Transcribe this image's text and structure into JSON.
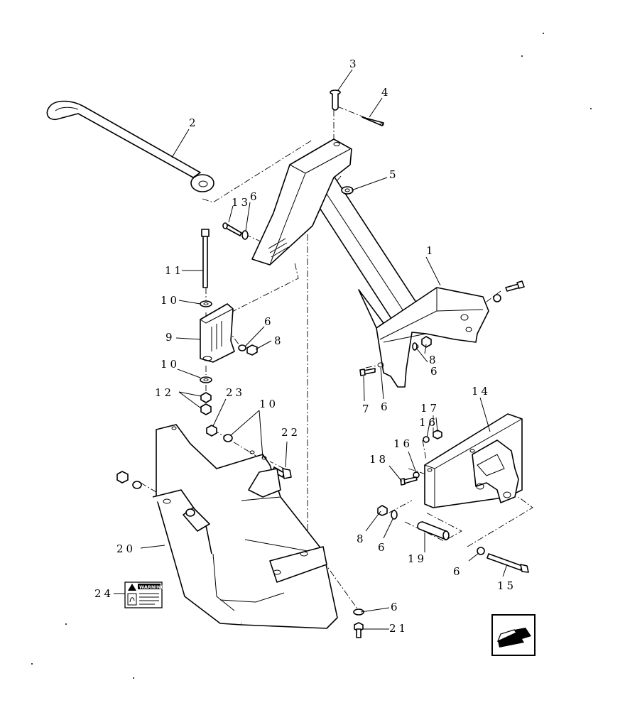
{
  "callouts": {
    "c1": "1",
    "c2": "2",
    "c3": "3",
    "c4": "4",
    "c5": "5",
    "c6a": "6",
    "c6b": "6",
    "c6c": "6",
    "c6d": "6",
    "c6e": "6",
    "c6f": "6",
    "c7": "7",
    "c8a": "8",
    "c8b": "8",
    "c8c": "8",
    "c9": "9",
    "c10a": "10",
    "c10b": "10",
    "c10c": "10",
    "c11": "11",
    "c12": "12",
    "c13": "13",
    "c14": "14",
    "c15": "15",
    "c16a": "16",
    "c16b": "16",
    "c17": "17",
    "c18": "18",
    "c19": "19",
    "c20": "20",
    "c21": "21",
    "c22": "22",
    "c23": "23",
    "c24": "24"
  },
  "decal": {
    "title": "WARNING"
  },
  "icons": {
    "orientation": "orientation-arrow-icon",
    "decal": "warning-decal-icon"
  }
}
